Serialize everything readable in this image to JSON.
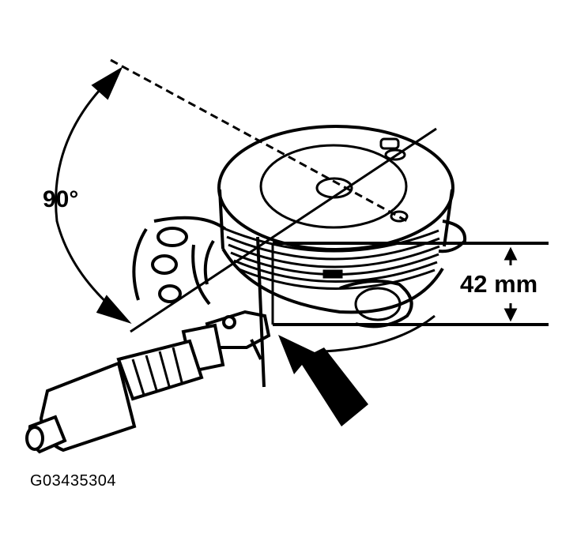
{
  "diagram": {
    "angle_label": "90°",
    "dimension_label": "42 mm",
    "figure_id": "G03435304"
  },
  "colors": {
    "ink": "#000000",
    "paper": "#ffffff"
  }
}
